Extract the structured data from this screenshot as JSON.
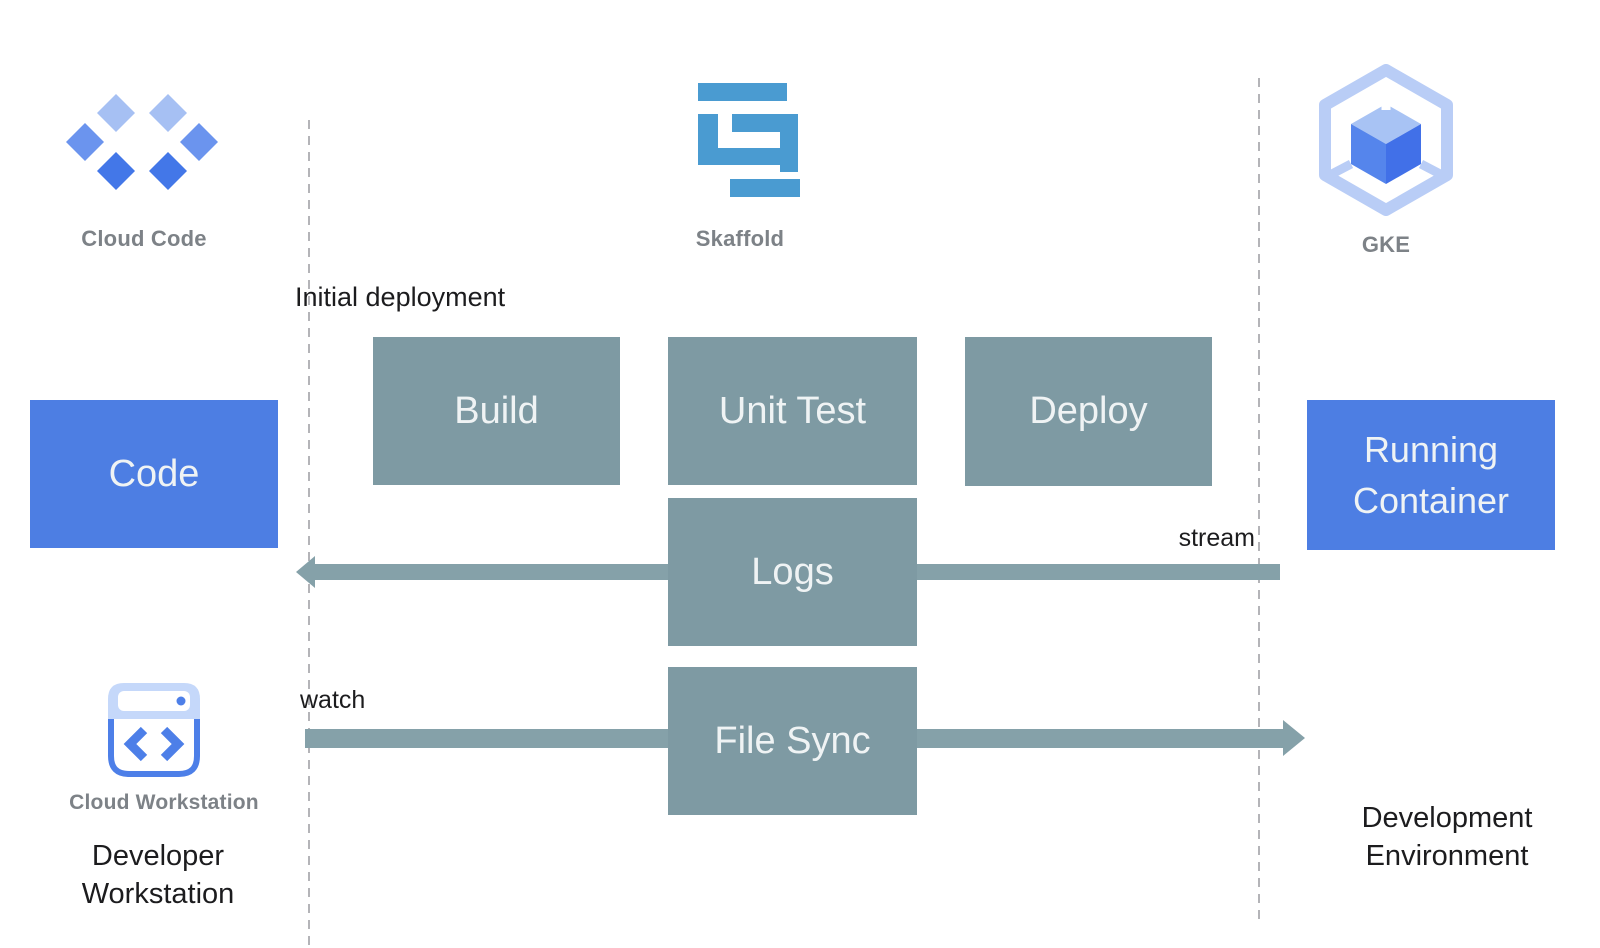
{
  "colors": {
    "blue_node": "#4D7EE3",
    "teal_node": "#7E9AA3",
    "arrow": "#85A1A9",
    "caption_gray": "#7D8287",
    "text_black": "#1C1C1E",
    "node_text": "#EFF3F4",
    "skaffold_blue": "#4A9BD1",
    "dashed_line": "#B4B4B8",
    "cc_light": "#A6C0F3",
    "cc_mid": "#6B94EE",
    "cc_dark": "#4377E8",
    "gke_outline": "#B9CDF6",
    "gke_top": "#A8C3F4",
    "gke_left": "#5585EC",
    "gke_right": "#4170E8",
    "cw_light": "#C5D8FA",
    "cw_blue": "#4D7FE8"
  },
  "actors": {
    "cloud_code": "Cloud Code",
    "skaffold": "Skaffold",
    "gke": "GKE",
    "cloud_workstation": "Cloud Workstation",
    "developer_workstation": "Developer Workstation",
    "development_environment": "Development Environment"
  },
  "nodes": {
    "code": "Code",
    "build": "Build",
    "unit_test": "Unit Test",
    "deploy": "Deploy",
    "logs": "Logs",
    "file_sync": "File Sync",
    "running_container": "Running Container"
  },
  "annotations": {
    "initial_deployment": "Initial deployment",
    "watch": "watch",
    "stream": "stream"
  }
}
